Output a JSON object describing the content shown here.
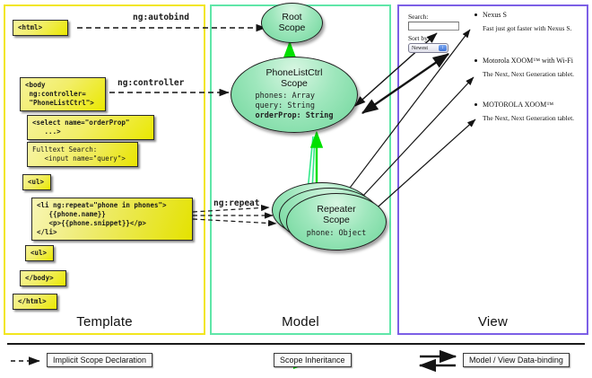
{
  "panels": {
    "template": {
      "label": "Template",
      "border_color": "#f2e61f"
    },
    "model": {
      "label": "Model",
      "border_color": "#5fe6a8"
    },
    "view": {
      "label": "View",
      "border_color": "#7c5fe6"
    }
  },
  "template_boxes": [
    {
      "id": "html-open",
      "text": "<html>"
    },
    {
      "id": "body-open",
      "text": "<body\n ng:controller=\n \"PhoneListCtrl\">"
    },
    {
      "id": "select",
      "text": "<select name=\"orderProp\"\n   ...>"
    },
    {
      "id": "fulltext",
      "text": "Fulltext Search:\n   <input name=\"query\">"
    },
    {
      "id": "ul-open",
      "text": "<ul>"
    },
    {
      "id": "li-repeat",
      "text": "<li ng:repeat=\"phone in phones\">\n   {{phone.name}}\n   <p>{{phone.snippet}}</p>\n</li>"
    },
    {
      "id": "ul-close",
      "text": "<ul>"
    },
    {
      "id": "body-close",
      "text": "</body>"
    },
    {
      "id": "html-close",
      "text": "</html>"
    }
  ],
  "edge_labels": {
    "autobind": "ng:autobind",
    "controller": "ng:controller",
    "repeat": "ng:repeat"
  },
  "scopes": [
    {
      "id": "root",
      "title": "Root\nScope",
      "title_line1": "Root",
      "title_line2": "Scope",
      "props": []
    },
    {
      "id": "ctrl",
      "title_line1": "PhoneListCtrl",
      "title_line2": "Scope",
      "props": [
        {
          "text": "phones: Array",
          "bold": false
        },
        {
          "text": "query: String",
          "bold": false
        },
        {
          "text": "orderProp: String",
          "bold": true
        }
      ]
    },
    {
      "id": "repeater",
      "title_line1": "Repeater",
      "title_line2": "Scope",
      "props": [
        {
          "text": "phone: Object",
          "bold": false
        }
      ]
    }
  ],
  "view": {
    "search_label": "Search:",
    "search_value": "",
    "sort_label": "Sort by:",
    "sort_selected": "Newest",
    "phones": [
      {
        "name": "Nexus S",
        "snippet": "Fast just got faster with Nexus S."
      },
      {
        "name": "Motorola XOOM™ with Wi-Fi",
        "snippet": "The Next, Next Generation tablet."
      },
      {
        "name": "MOTOROLA XOOM™",
        "snippet": "The Next, Next Generation tablet."
      }
    ]
  },
  "legend": [
    {
      "id": "implicit",
      "label": "Implicit Scope Declaration",
      "style": "dashed-arrow",
      "color": "#1a1a1a"
    },
    {
      "id": "inheritance",
      "label": "Scope Inheritance",
      "style": "green-arrow",
      "color": "#00e000"
    },
    {
      "id": "databinding",
      "label": "Model / View Data-binding",
      "style": "double-arrow",
      "color": "#1a1a1a"
    }
  ]
}
